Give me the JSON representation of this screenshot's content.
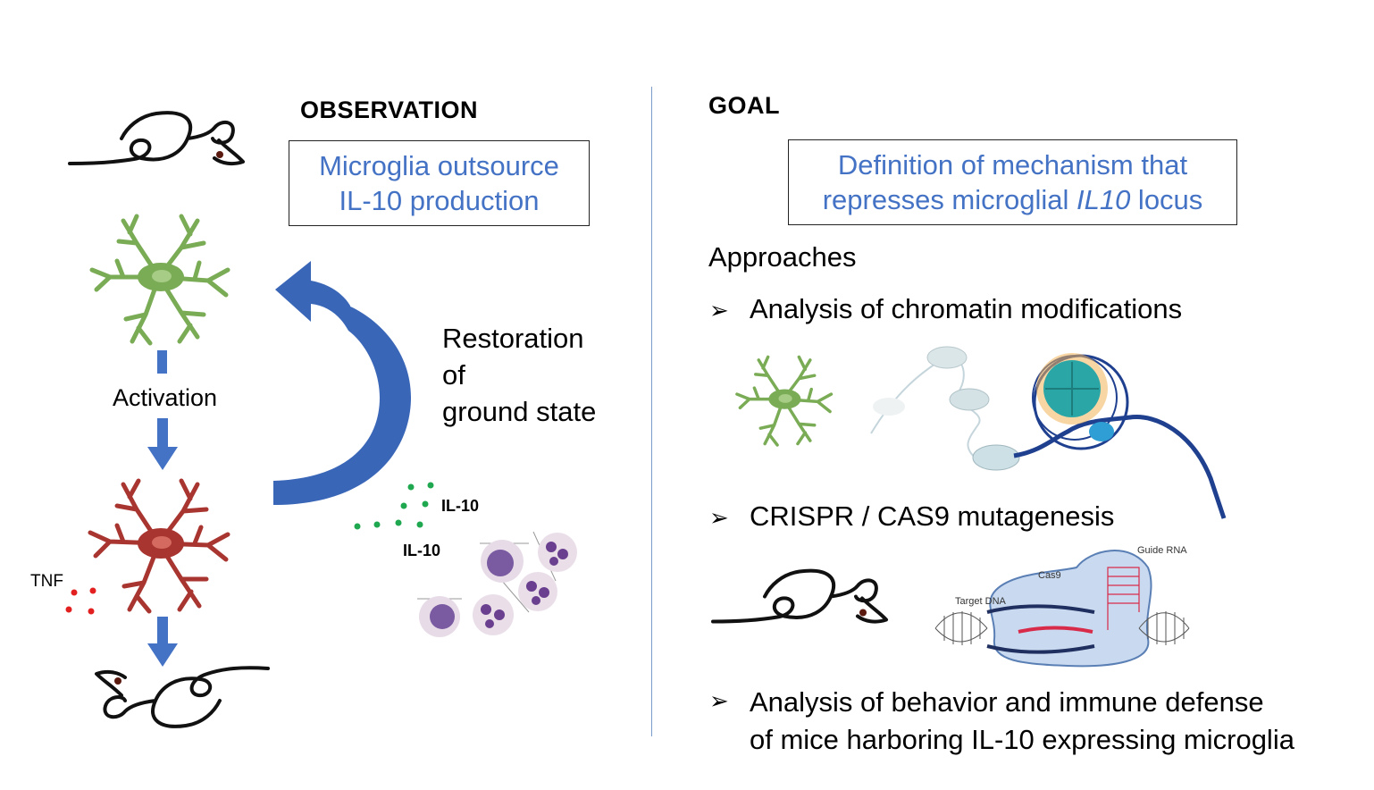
{
  "observation": {
    "heading": "OBSERVATION",
    "box_line1": "Microglia outsource",
    "box_line2": "IL-10 production"
  },
  "left": {
    "activation": "Activation",
    "restoration_line1": "Restoration",
    "restoration_line2": "of",
    "restoration_line3": "ground state",
    "tnf": "TNF",
    "il10_a": "IL-10",
    "il10_b": "IL-10"
  },
  "goal": {
    "heading": "GOAL",
    "box_line1": "Definition of mechanism that",
    "box_line2_a": "represses microglial ",
    "box_line2_italic": "IL10",
    "box_line2_b": " locus",
    "approaches": "Approaches",
    "items": [
      {
        "bullet": "➢",
        "line1": "Analysis of chromatin modifications"
      },
      {
        "bullet": "➢",
        "line1": "CRISPR / CAS9 mutagenesis"
      },
      {
        "bullet": "➢",
        "line1": "Analysis of behavior and immune defense",
        "line2": "of mice harboring IL-10 expressing microglia"
      }
    ],
    "crispr_labels": {
      "guide_rna": "Guide RNA",
      "cas9": "Cas9",
      "target_dna": "Target DNA"
    }
  },
  "colors": {
    "accent_blue": "#4472c4",
    "resting_microglia": "#7aab55",
    "activated_microglia": "#a8352f",
    "tnf_dots": "#e32020",
    "il10_dots": "#1fa84f",
    "curved_arrow": "#3a66b8"
  }
}
